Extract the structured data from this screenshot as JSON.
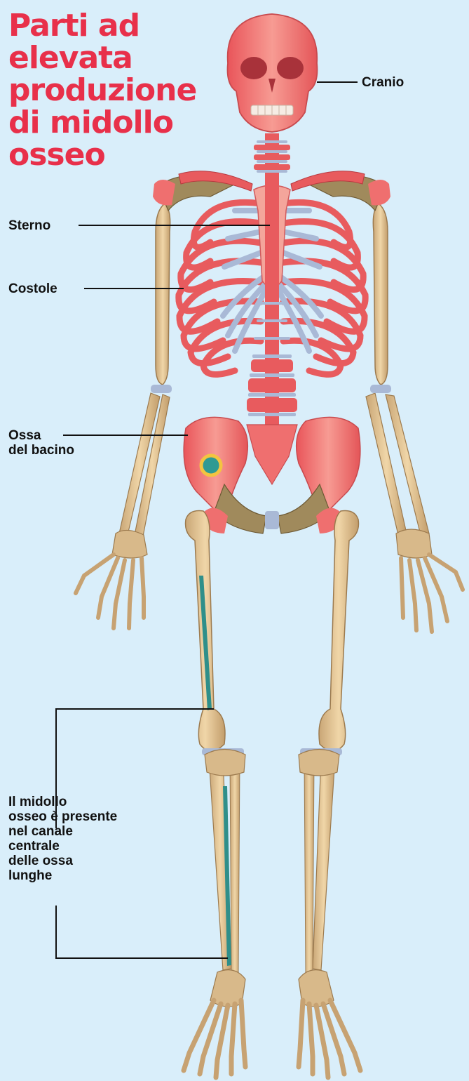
{
  "title": "Parti ad elevata produzione di midollo osseo",
  "labels": {
    "cranio": "Cranio",
    "sterno": "Sterno",
    "costole": "Costole",
    "bacino": "Ossa\ndel bacino",
    "ossa_lunghe": "Il midollo\nosseo è presente\nnel canale\ncentrale\ndelle ossa\nlunghe"
  },
  "colors": {
    "background": "#d9eefa",
    "title": "#e8304a",
    "high_production_bone": "#ef6f6f",
    "other_bone": "#d8b98a",
    "cartilage": "#a9b9d6",
    "marrow_canal": "#2f8f8a"
  }
}
